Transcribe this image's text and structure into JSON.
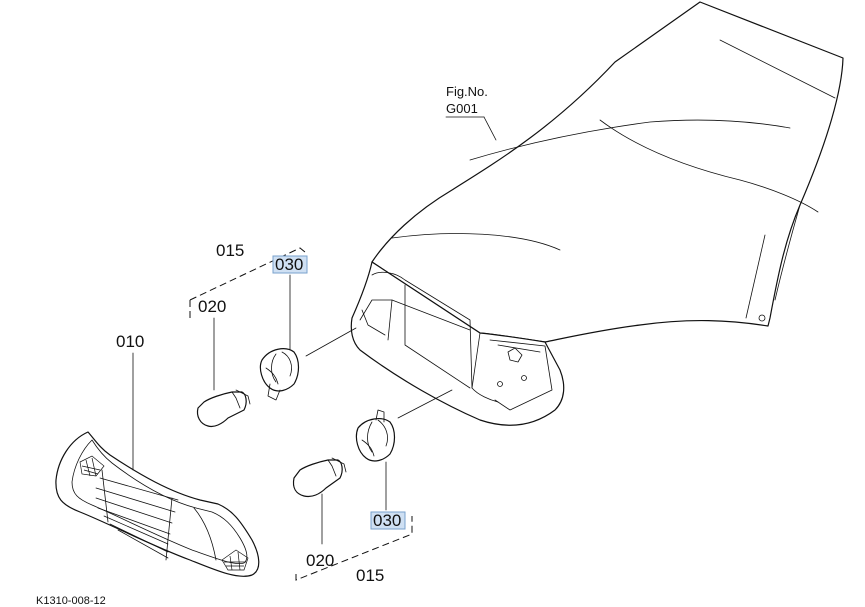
{
  "figure": {
    "fig_no_label": "Fig.No.",
    "fig_no_value": "G001",
    "drawing_code": "K1310-008-12"
  },
  "callouts": {
    "grille": "010",
    "assembly_top": "015",
    "assembly_bottom": "015",
    "bulb_top": "020",
    "bulb_bottom": "020",
    "socket_top": "030",
    "socket_bottom": "030"
  },
  "highlight_color": "#cfe0f3"
}
